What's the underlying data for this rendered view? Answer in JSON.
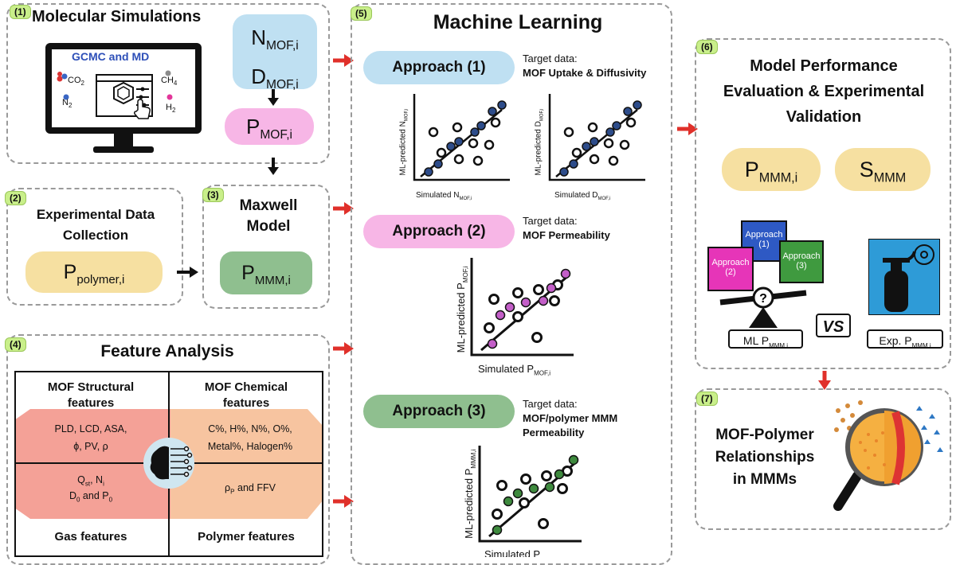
{
  "panel1": {
    "num": "(1)",
    "title": "Molecular Simulations",
    "monitor": "GCMC and MD",
    "gas_co2": "CO",
    "gas_co2_sub": "2",
    "gas_n2": "N",
    "gas_n2_sub": "2",
    "gas_ch4": "CH",
    "gas_ch4_sub": "4",
    "gas_h2": "H",
    "gas_h2_sub": "2",
    "n_mof": "N",
    "n_mof_sub": "MOF,i",
    "d_mof": "D",
    "d_mof_sub": "MOF,i",
    "p_mof": "P",
    "p_mof_sub": "MOF,i"
  },
  "panel2": {
    "num": "(2)",
    "title_line1": "Experimental Data",
    "title_line2": "Collection",
    "p_poly": "P",
    "p_poly_sub": "polymer,i"
  },
  "panel3": {
    "num": "(3)",
    "title_line1": "Maxwell",
    "title_line2": "Model",
    "p_mmm": "P",
    "p_mmm_sub": "MMM,i"
  },
  "panel4": {
    "num": "(4)",
    "title": "Feature Analysis",
    "q1_title_1": "MOF Structural",
    "q1_title_2": "features",
    "q1_items_1": "PLD, LCD, ASA,",
    "q1_items_2": "ϕ, PV, ρ",
    "q2_title_1": "MOF Chemical",
    "q2_title_2": "features",
    "q2_items_1": "C%, H%, N%, O%,",
    "q2_items_2": "Metal%, Halogen%",
    "q3_items_1": "Q",
    "q3_items_1_sub": "st",
    "q3_items_1b": ", N",
    "q3_items_1b_sub": "i",
    "q3_items_2": "D",
    "q3_items_2_sub": "0",
    "q3_items_2b": " and P",
    "q3_items_2b_sub": "0",
    "q4_items": "ρ",
    "q4_items_sub": "P",
    "q4_items_b": " and FFV",
    "q3_title": "Gas features",
    "q4_title": "Polymer features"
  },
  "panel5": {
    "num": "(5)",
    "title": "Machine Learning",
    "a1": "Approach (1)",
    "a1_target_1": "Target data:",
    "a1_target_2": "MOF Uptake & Diffusivity",
    "a2": "Approach (2)",
    "a2_target_1": "Target data:",
    "a2_target_2": "MOF Permeability",
    "a3": "Approach (3)",
    "a3_target_1": "Target data:",
    "a3_target_2": "MOF/polymer MMM",
    "a3_target_3": "Permeability",
    "plot1_x": "Simulated N",
    "plot1_x_sub": "MOF,i",
    "plot1_y": "ML-predicted N",
    "plot1_y_sub": "MOF,i",
    "plot2_x": "Simulated D",
    "plot2_x_sub": "MOF,i",
    "plot2_y": "ML-predicted D",
    "plot2_y_sub": "MOF,i",
    "plot3_x": "Simulated P",
    "plot3_x_sub": "MOF,i",
    "plot3_y": "ML-predicted P",
    "plot3_y_sub": "MOF,i",
    "plot4_x": "Simulated P",
    "plot4_y": "ML-predicted P",
    "plot4_y_sub": "MMM,i"
  },
  "panel6": {
    "num": "(6)",
    "title_1": "Model Performance",
    "title_2": "Evaluation & Experimental",
    "title_3": "Validation",
    "p_mmm": "P",
    "p_mmm_sub": "MMM,i",
    "s_mmm": "S",
    "s_mmm_sub": "MMM",
    "box1_1": "Approach",
    "box1_2": "(1)",
    "box2_1": "Approach",
    "box2_2": "(2)",
    "box3_1": "Approach",
    "box3_2": "(3)",
    "ml_label": "ML P",
    "ml_label_sub": "MMM,i",
    "vs": "VS",
    "exp_label": "Exp. P",
    "exp_label_sub": "MMM,i"
  },
  "panel7": {
    "num": "(7)",
    "title_1": "MOF-Polymer",
    "title_2": "Relationships",
    "title_3": "in MMMs"
  },
  "colors": {
    "blue_pill": "#bfe0f2",
    "pink_pill": "#f7b6e6",
    "yellow_pill": "#f6e0a1",
    "green_pill": "#8fbf8f",
    "red_arrow": "#e0302a",
    "badge": "#c9ef8a"
  }
}
